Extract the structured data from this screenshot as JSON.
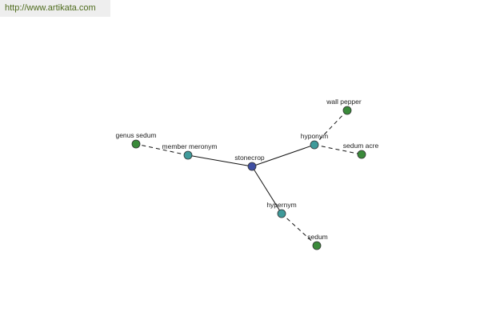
{
  "watermark": {
    "text": "http://www.artikata.com"
  },
  "colors": {
    "center": "#3f4fa3",
    "relation": "#3f9a9a",
    "word": "#3a8a3a",
    "edge": "#111111"
  },
  "nodes": {
    "center": {
      "label": "stonecrop"
    },
    "member_meronym": {
      "label": "member meronym"
    },
    "hyponym": {
      "label": "hyponym"
    },
    "hypernym": {
      "label": "hypernym"
    },
    "genus_sedum": {
      "label": "genus sedum"
    },
    "wall_pepper": {
      "label": "wall pepper"
    },
    "sedum_acre": {
      "label": "sedum acre"
    },
    "sedum": {
      "label": "sedum"
    }
  }
}
